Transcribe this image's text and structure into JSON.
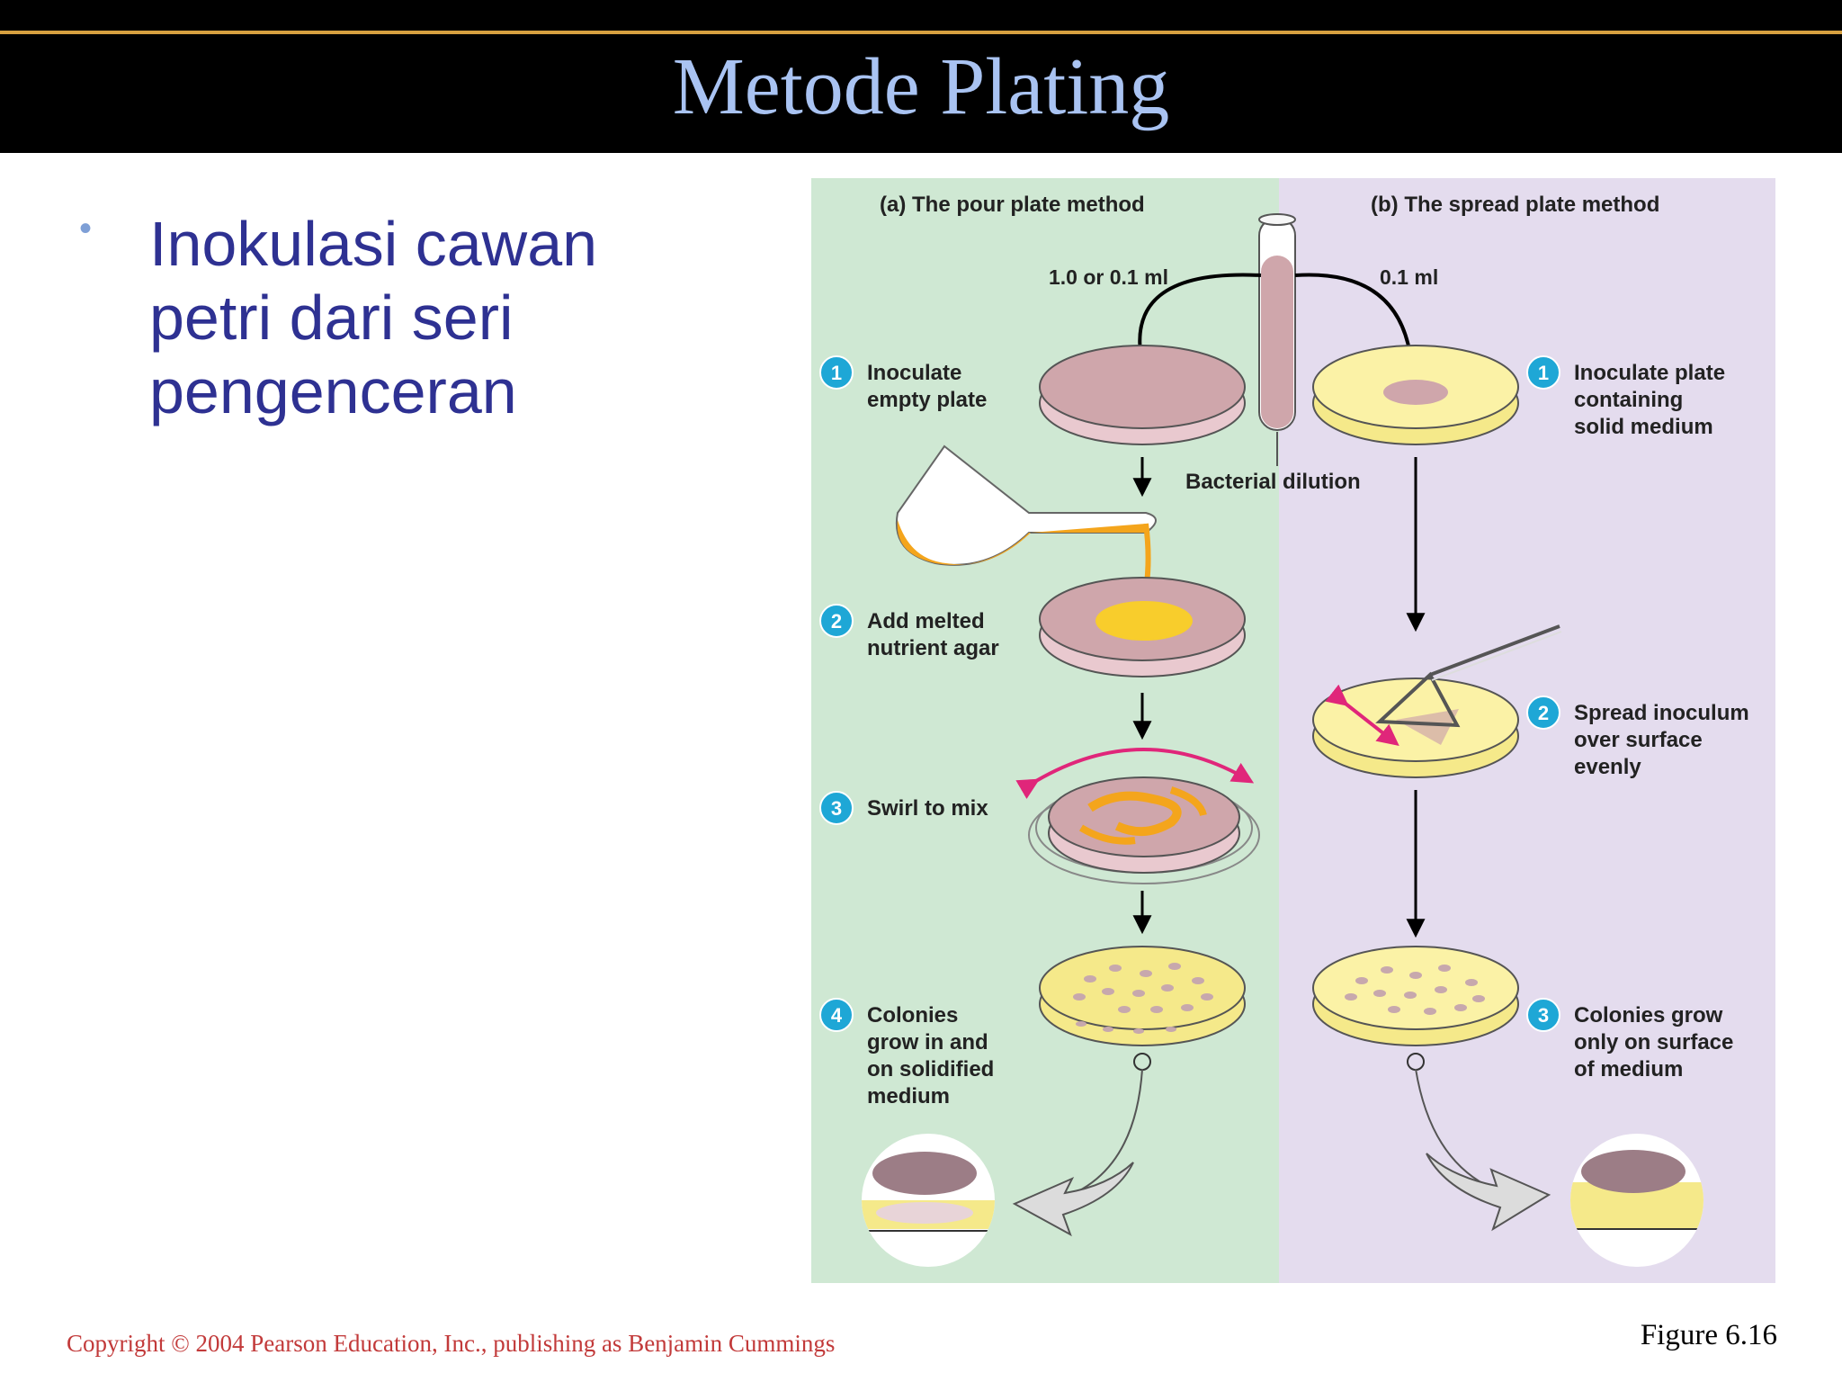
{
  "slide": {
    "title": "Metode Plating",
    "bullet": "Inokulasi cawan petri dari seri pengenceran",
    "copyright": "Copyright © 2004 Pearson Education, Inc., publishing as Benjamin Cummings",
    "figure_number": "Figure 6.16"
  },
  "figure": {
    "pour": {
      "title_letter": "(a)",
      "title": "The pour plate method",
      "volume": "1.0 or 0.1 ml",
      "steps": [
        {
          "num": "1",
          "line1": "Inoculate",
          "line2": "empty plate"
        },
        {
          "num": "2",
          "line1": "Add melted",
          "line2": "nutrient agar"
        },
        {
          "num": "3",
          "line1": "Swirl to mix"
        },
        {
          "num": "4",
          "line1": "Colonies",
          "line2": "grow in and",
          "line3": "on solidified",
          "line4": "medium"
        }
      ]
    },
    "spread": {
      "title_letter": "(b)",
      "title": "The spread plate method",
      "volume": "0.1 ml",
      "steps": [
        {
          "num": "1",
          "line1": "Inoculate plate",
          "line2": "containing",
          "line3": "solid medium"
        },
        {
          "num": "2",
          "line1": "Spread inoculum",
          "line2": "over surface",
          "line3": "evenly"
        },
        {
          "num": "3",
          "line1": "Colonies grow",
          "line2": "only on surface",
          "line3": "of medium"
        }
      ]
    },
    "center_label": "Bacterial dilution",
    "colors": {
      "pour_bg": "#cfe8d3",
      "spread_bg": "#e4dcee",
      "step_badge": "#1ea7d6",
      "agar": "#f5e98a",
      "dilution": "#cfa6ab",
      "swirl_arrow": "#e0267a"
    }
  }
}
